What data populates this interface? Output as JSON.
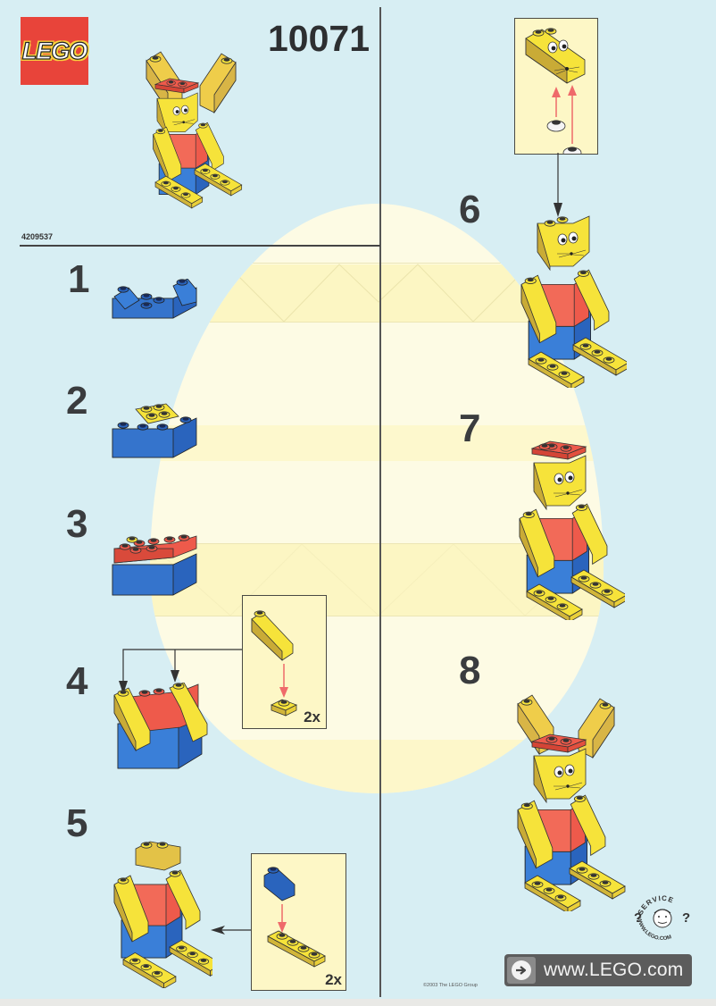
{
  "header": {
    "brand": "LEGO",
    "set_number": "10071",
    "part_number": "4209537"
  },
  "steps": [
    {
      "number": "1"
    },
    {
      "number": "2"
    },
    {
      "number": "3"
    },
    {
      "number": "4",
      "callout_qty": "2x"
    },
    {
      "number": "5",
      "callout_qty": "2x"
    },
    {
      "number": "6"
    },
    {
      "number": "7"
    },
    {
      "number": "8"
    }
  ],
  "footer": {
    "service_top": "SERVICE",
    "service_bottom": "WWW.LEGO.COM",
    "website": "www.LEGO.com",
    "copyright": "©2003 The LEGO Group"
  },
  "colors": {
    "background": "#d7eef3",
    "egg": "#fdfbe4",
    "egg_band": "#fcf6c3",
    "brick_yellow": "#f6e33a",
    "brick_red": "#ee5a4b",
    "brick_blue": "#2460b8",
    "logo_red": "#e8443a",
    "callout_bg": "#fdf7c6",
    "arrow_red": "#ef6a6a"
  }
}
